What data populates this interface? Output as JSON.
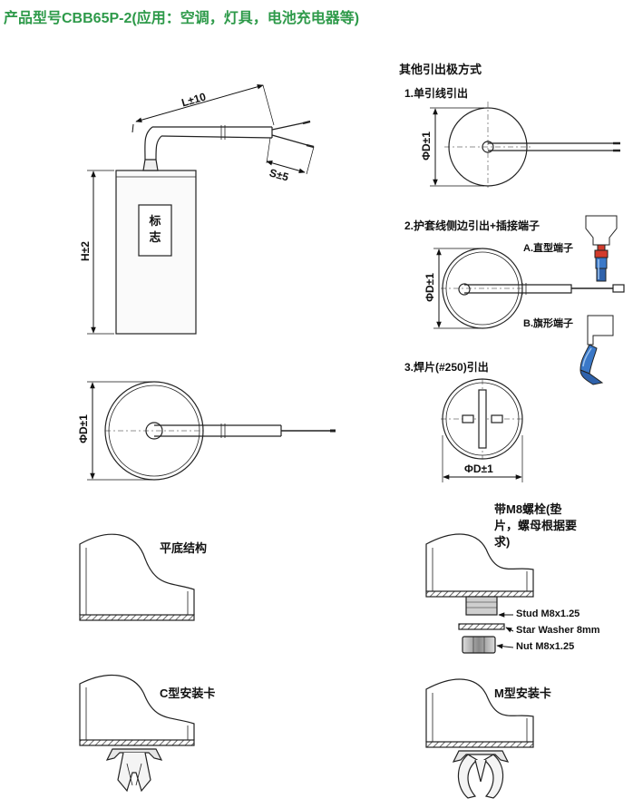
{
  "title": "产品型号CBB65P-2(应用：空调，灯具，电池充电器等)",
  "main": {
    "label_box": "标\n志",
    "dim_length": "L±10",
    "dim_spacing": "S±5",
    "dim_height": "H±2",
    "dim_diameter": "ΦD±1"
  },
  "terminals": {
    "heading": "其他引出极方式",
    "option1": {
      "label": "1.单引线引出",
      "dim": "ΦD±1"
    },
    "option2": {
      "label": "2.护套线侧边引出+插接端子",
      "dim": "ΦD±1",
      "straight": "A.直型端子",
      "flag": "B.旗形端子"
    },
    "option3": {
      "label": "3.焊片(#250)引出",
      "dim": "ΦD±1"
    }
  },
  "bases": {
    "flat": "平底结构",
    "stud": "带M8螺栓(垫片，螺母根据要求)",
    "stud_part": "Stud M8x1.25",
    "washer_part": "Star Washer 8mm",
    "nut_part": "Nut M8x1.25",
    "c_clip": "C型安装卡",
    "m_clip": "M型安装卡"
  },
  "colors": {
    "title": "#2e9a4a",
    "sleeve_blue": "#3a78c8",
    "terminal_red": "#d33b2c"
  }
}
